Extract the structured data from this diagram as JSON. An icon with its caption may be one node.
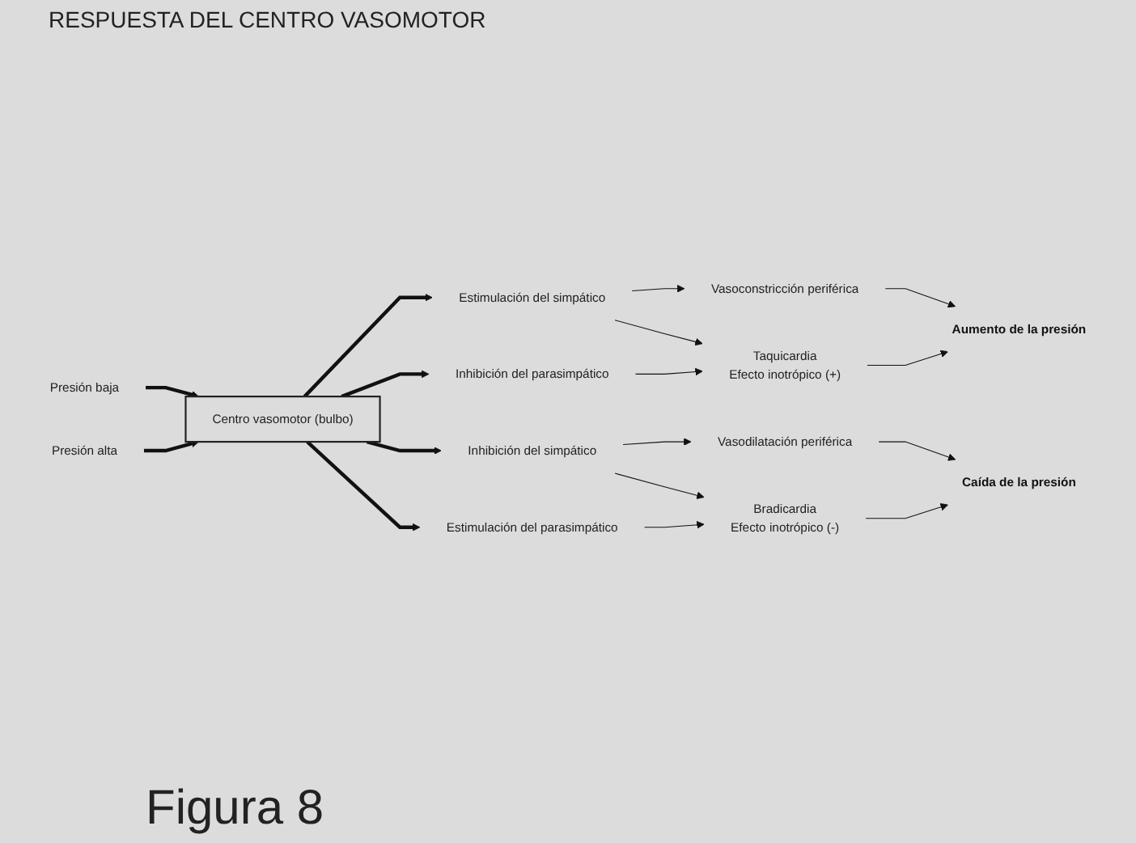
{
  "diagram": {
    "title": "RESPUESTA DEL CENTRO VASOMOTOR",
    "caption": "Figura 8",
    "nodes": [
      {
        "text": [
          "Presión baja"
        ]
      },
      {
        "text": [
          "Estimulación del simpático"
        ]
      },
      {
        "text": [
          "Vasoconstricción periférica"
        ]
      },
      {
        "text": [
          "Aumento de la presión"
        ]
      },
      {
        "text": [
          "Taquicardia",
          "Efecto inotrópico (+)"
        ]
      },
      {
        "text": [
          "Inhibición del parasimpático"
        ]
      },
      {
        "text": [
          "Centro vasomotor (bulbo)"
        ]
      },
      {
        "text": [
          "Presión alta"
        ]
      },
      {
        "text": [
          "Inhibición del simpático"
        ]
      },
      {
        "text": [
          "Vasodilatación periférica"
        ]
      },
      {
        "text": [
          "Caída de la presión"
        ]
      },
      {
        "text": [
          "Bradicardia",
          "Efecto inotrópico (-)"
        ]
      },
      {
        "text": [
          "Estimulación del parasimpático"
        ]
      }
    ],
    "edges": [
      {
        "from": 0,
        "to": 6,
        "arrow": "to",
        "style": "thick"
      },
      {
        "from": 6,
        "to": 1,
        "arrow": "to",
        "style": "thick"
      },
      {
        "from": 6,
        "to": 5,
        "arrow": "to",
        "style": "thick"
      },
      {
        "from": 1,
        "to": 2,
        "arrow": "to"
      },
      {
        "from": 1,
        "to": 4,
        "arrow": "to"
      },
      {
        "from": 5,
        "to": 4,
        "arrow": "to"
      },
      {
        "from": 2,
        "to": 3,
        "arrow": "to"
      },
      {
        "from": 4,
        "to": 3,
        "arrow": "to"
      },
      {
        "from": 7,
        "to": 6,
        "arrow": "to",
        "style": "thick"
      },
      {
        "from": 6,
        "to": 8,
        "arrow": "to",
        "style": "thick"
      },
      {
        "from": 6,
        "to": 12,
        "arrow": "to",
        "style": "thick"
      },
      {
        "from": 8,
        "to": 9,
        "arrow": "to"
      },
      {
        "from": 8,
        "to": 11,
        "arrow": "to"
      },
      {
        "from": 12,
        "to": 11,
        "arrow": "to"
      },
      {
        "from": 9,
        "to": 10,
        "arrow": "to"
      },
      {
        "from": 11,
        "to": 10,
        "arrow": "to"
      }
    ]
  }
}
